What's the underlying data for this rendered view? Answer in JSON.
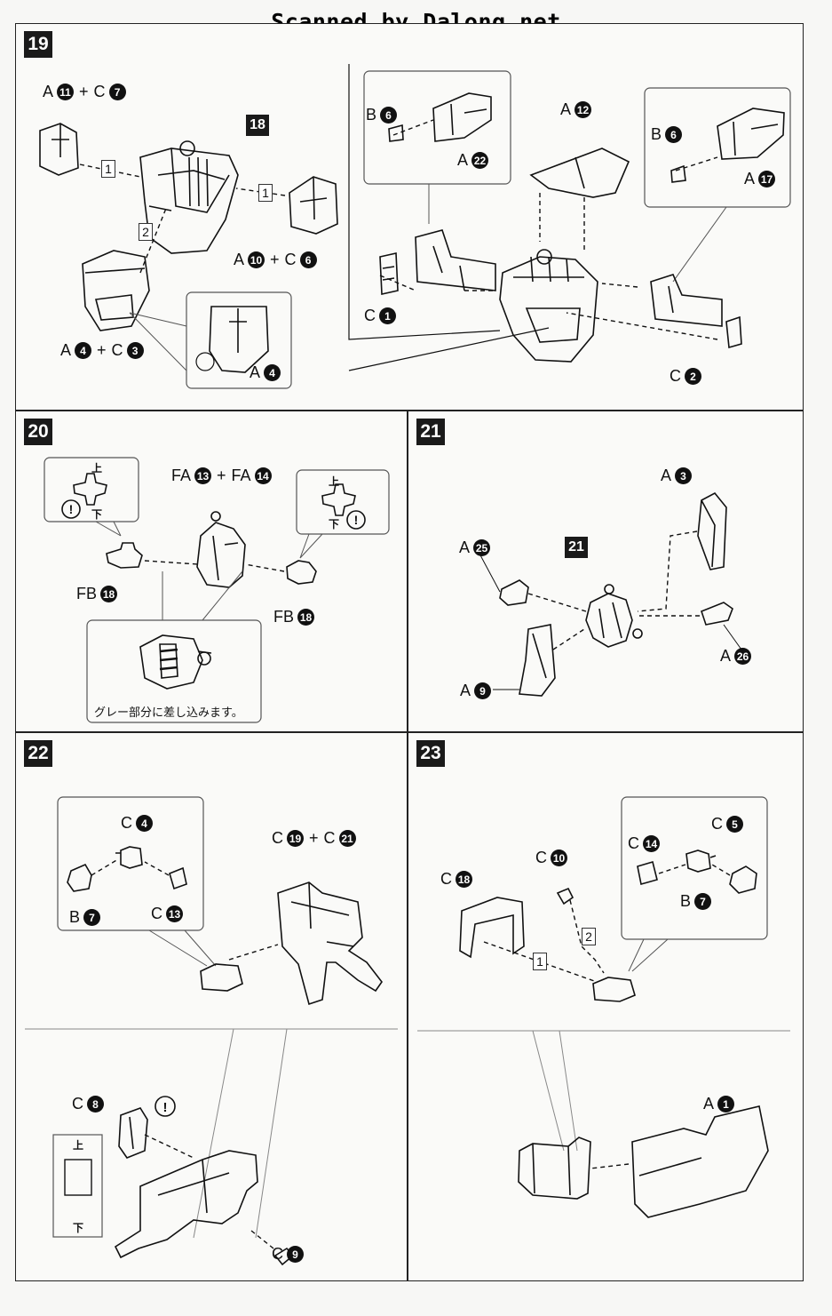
{
  "watermark": "Scanned by Dalong.net",
  "steps": {
    "s19": {
      "number": "19",
      "sub_ref": "18",
      "labels": {
        "a11c7": {
          "left": "A",
          "left_n": "11",
          "right": "C",
          "right_n": "7"
        },
        "a10c6": {
          "left": "A",
          "left_n": "10",
          "right": "C",
          "right_n": "6"
        },
        "a4c3": {
          "left": "A",
          "left_n": "4",
          "right": "C",
          "right_n": "3"
        },
        "a4": {
          "letter": "A",
          "n": "4"
        },
        "b6a": {
          "letter": "B",
          "n": "6"
        },
        "a22": {
          "letter": "A",
          "n": "22"
        },
        "a12": {
          "letter": "A",
          "n": "12"
        },
        "b6b": {
          "letter": "B",
          "n": "6"
        },
        "a17": {
          "letter": "A",
          "n": "17"
        },
        "c1": {
          "letter": "C",
          "n": "1"
        },
        "c2": {
          "letter": "C",
          "n": "2"
        }
      },
      "order": [
        "1",
        "1",
        "2"
      ]
    },
    "s20": {
      "number": "20",
      "labels": {
        "fa": {
          "left": "FA",
          "left_n": "13",
          "right": "FA",
          "right_n": "14"
        },
        "fb18a": {
          "letter": "FB",
          "n": "18"
        },
        "fb18b": {
          "letter": "FB",
          "n": "18"
        }
      },
      "up": "上",
      "down": "下",
      "note": "グレー部分に差し込みます。"
    },
    "s21": {
      "number": "21",
      "sub_ref": "21",
      "labels": {
        "a3": {
          "letter": "A",
          "n": "3"
        },
        "a25": {
          "letter": "A",
          "n": "25"
        },
        "a26": {
          "letter": "A",
          "n": "26"
        },
        "a9": {
          "letter": "A",
          "n": "9"
        }
      }
    },
    "s22": {
      "number": "22",
      "labels": {
        "c4": {
          "letter": "C",
          "n": "4"
        },
        "b7": {
          "letter": "B",
          "n": "7"
        },
        "c13": {
          "letter": "C",
          "n": "13"
        },
        "c19c21": {
          "left": "C",
          "left_n": "19",
          "right": "C",
          "right_n": "21"
        },
        "c8": {
          "letter": "C",
          "n": "8"
        },
        "c9": {
          "letter": "C",
          "n": "9"
        }
      },
      "up": "上",
      "down": "下"
    },
    "s23": {
      "number": "23",
      "labels": {
        "c10": {
          "letter": "C",
          "n": "10"
        },
        "c18": {
          "letter": "C",
          "n": "18"
        },
        "c14": {
          "letter": "C",
          "n": "14"
        },
        "c5": {
          "letter": "C",
          "n": "5"
        },
        "b7": {
          "letter": "B",
          "n": "7"
        },
        "a1": {
          "letter": "A",
          "n": "1"
        }
      },
      "order": [
        "1",
        "2"
      ]
    }
  },
  "colors": {
    "ink": "#111111",
    "paper": "#fafaf8",
    "badge": "#1a1a1a"
  }
}
